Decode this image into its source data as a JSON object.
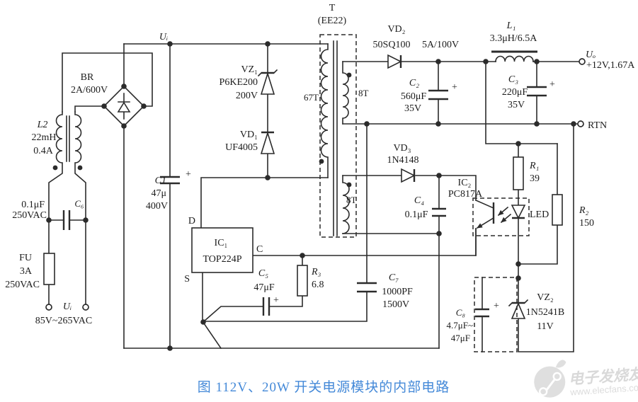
{
  "caption": "图 112V、20W 开关电源模块的内部电路",
  "watermark": {
    "brand": "电子发烧友",
    "site": "www.elecfans.com"
  },
  "colors": {
    "wire": "#2b2b2b",
    "caption": "#4489d8",
    "watermark": "#d9d9d9"
  },
  "components": {
    "ui_node": "Uᵢ",
    "bridge": {
      "name": "BR",
      "rating": "2A/600V"
    },
    "choke": {
      "name": "L2",
      "inductance": "22mH",
      "current": "0.4A"
    },
    "xcap": {
      "name": "C₆",
      "value": "0.1μF",
      "voltage": "250VAC"
    },
    "fuse": {
      "name": "FU",
      "current": "3A",
      "voltage": "250VAC"
    },
    "ac_input": {
      "name": "Uᵢ",
      "range": "85V~265VAC"
    },
    "bulk_cap": {
      "name": "C1",
      "value": "47μ",
      "voltage": "400V"
    },
    "tvs": {
      "name": "VZ₁",
      "part": "P6KE200",
      "voltage": "200V"
    },
    "blocking_diode": {
      "name": "VD₁",
      "part": "UF4005"
    },
    "transformer": {
      "name": "T",
      "core": "(EE22)",
      "primary_turns": "67T",
      "secondary_turns": "8T",
      "bias_turns": "8T"
    },
    "output_diode": {
      "name": "VD₂",
      "part": "50SQ100",
      "rating": "5A/100V"
    },
    "c2": {
      "name": "C₂",
      "value": "560μF",
      "voltage": "35V"
    },
    "l1": {
      "name": "L₁",
      "value": "3.3μH/6.5A"
    },
    "c3": {
      "name": "C₃",
      "value": "220μF",
      "voltage": "35V"
    },
    "output": {
      "name": "Uₒ",
      "rating": "+12V,1.67A"
    },
    "rtn": "RTN",
    "bias_diode": {
      "name": "VD₃",
      "part": "1N4148"
    },
    "c4": {
      "name": "C₄",
      "value": "0.1μF"
    },
    "opto": {
      "name": "IC₂",
      "part": "PC817A",
      "led": "LED"
    },
    "r1": {
      "name": "R₁",
      "value": "39"
    },
    "r2": {
      "name": "R₂",
      "value": "150"
    },
    "ic1": {
      "name": "IC₁",
      "part": "TOP224P",
      "pin_d": "D",
      "pin_c": "C",
      "pin_s": "S"
    },
    "c5": {
      "name": "C₅",
      "value": "47μF"
    },
    "r3": {
      "name": "R₃",
      "value": "6.8"
    },
    "c7": {
      "name": "C₇",
      "value": "1000PF",
      "voltage": "1500V"
    },
    "c8": {
      "name": "C₈",
      "value": "4.7μF~",
      "value2": "47μF"
    },
    "vz2": {
      "name": "VZ₂",
      "part": "1N5241B",
      "voltage": "11V"
    },
    "plus": "+"
  }
}
